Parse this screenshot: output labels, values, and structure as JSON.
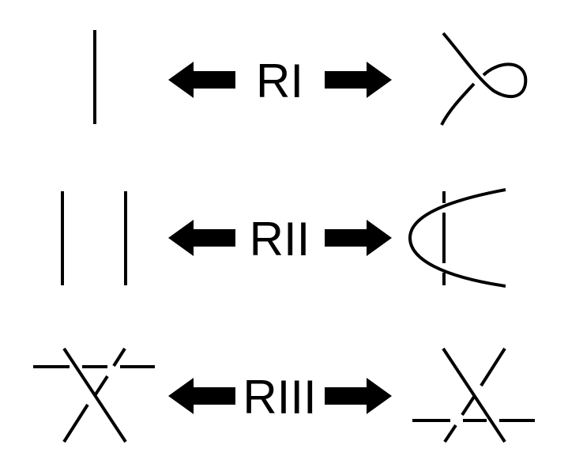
{
  "moves": [
    {
      "id": "r1",
      "label": "RI"
    },
    {
      "id": "r2",
      "label": "RII"
    },
    {
      "id": "r3",
      "label": "RIII"
    }
  ],
  "colors": {
    "stroke": "#000000",
    "background": "#ffffff"
  }
}
